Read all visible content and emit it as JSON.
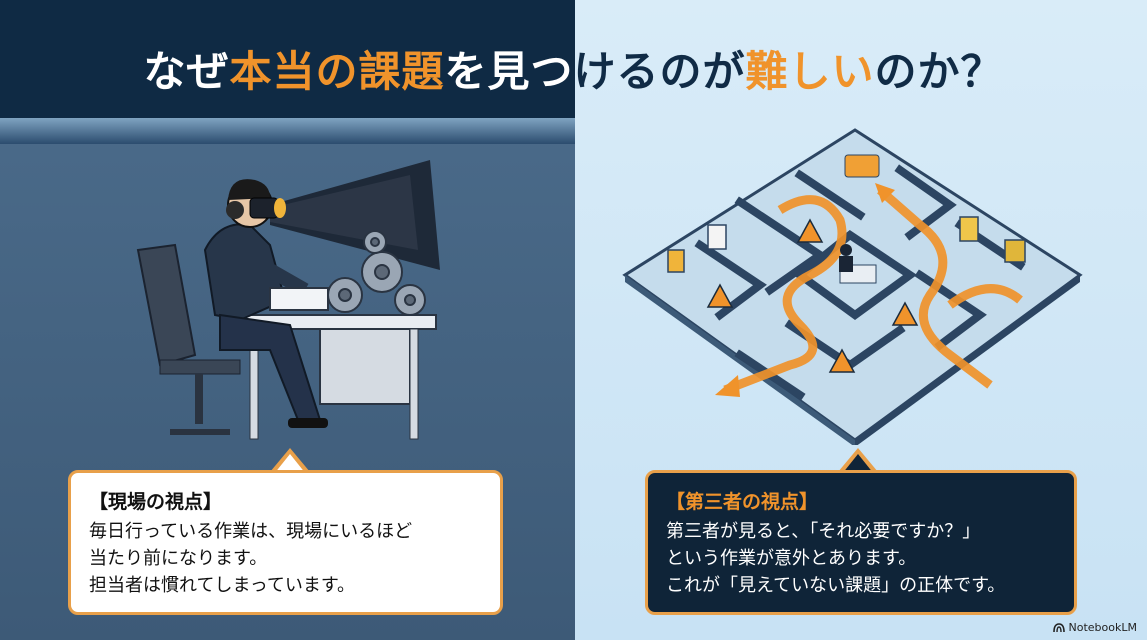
{
  "title": {
    "part1": "なぜ",
    "part2": "本当の課題",
    "part3": "を見つ",
    "part4": "けるのが",
    "part5": "難しい",
    "part6": "のか？"
  },
  "left_box": {
    "heading": "【現場の視点】",
    "lines": [
      "毎日行っている作業は、現場にいるほど",
      "当たり前になります。",
      "担当者は慣れてしまっています。"
    ]
  },
  "right_box": {
    "heading": "【第三者の視点】",
    "lines": [
      "第三者が見ると、「それ必要ですか？」",
      "という作業が意外とあります。",
      "これが「見えていない課題」の正体です。"
    ]
  },
  "brand": {
    "name": "NotebookLM"
  },
  "colors": {
    "accent": "#f0932b",
    "navy": "#0f2a44"
  }
}
